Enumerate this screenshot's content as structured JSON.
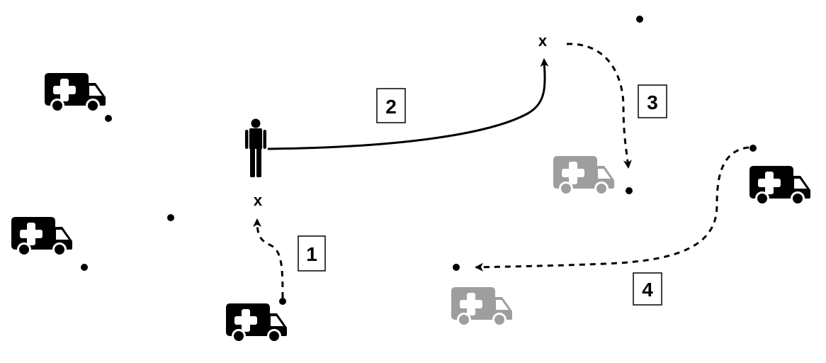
{
  "colors": {
    "active": "#000000",
    "inactive": "#9e9e9e",
    "background": "#ffffff"
  },
  "icons": {
    "vehicle": "ambulance-icon",
    "person": "person-icon",
    "location": "dot-marker",
    "destination": "x-marker"
  },
  "markers": {
    "patient_location": "x",
    "destination_location": "x"
  },
  "steps": {
    "s1": "1",
    "s2": "2",
    "s3": "3",
    "s4": "4"
  }
}
